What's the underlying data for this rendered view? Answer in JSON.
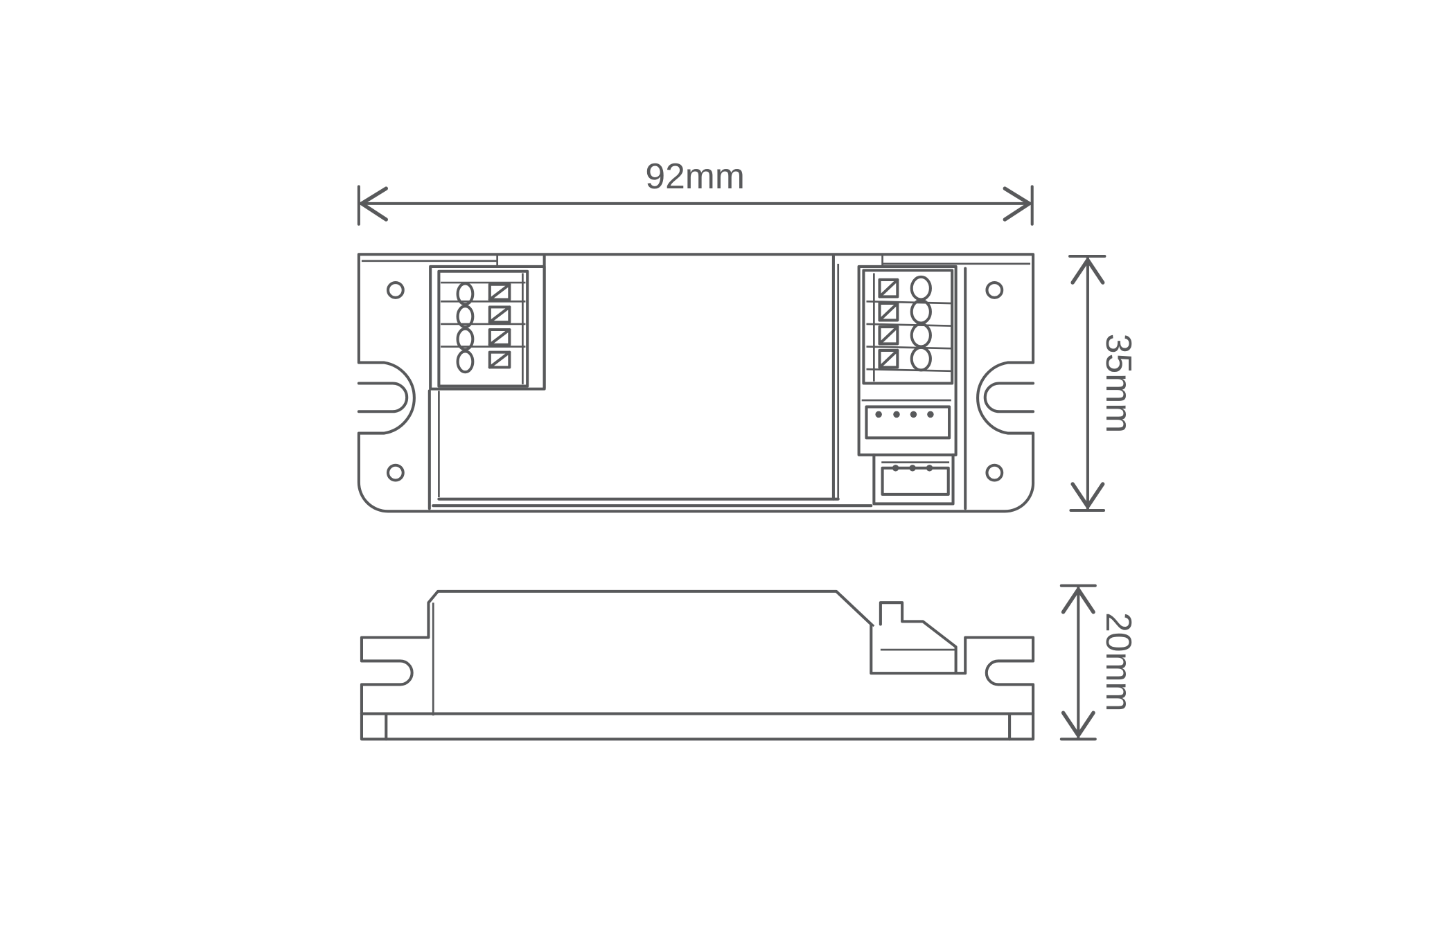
{
  "dimensions": {
    "length": "92mm",
    "width": "35mm",
    "height": "20mm"
  },
  "colors": {
    "line": "#58595b",
    "background": "#ffffff"
  }
}
